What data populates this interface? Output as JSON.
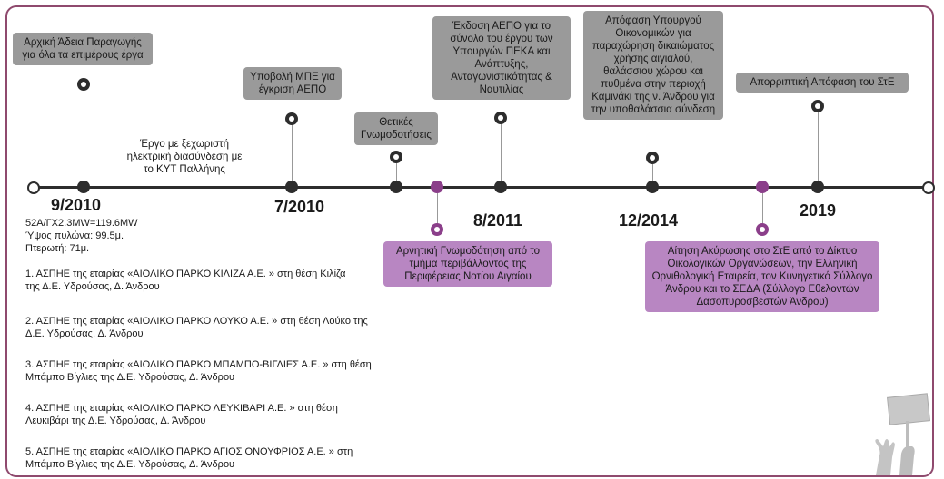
{
  "timeline": {
    "years": {
      "y2010a": "9/2010",
      "y2010b": "7/2010",
      "y2011": "8/2011",
      "y2014": "12/2014",
      "y2019": "2019"
    },
    "events": {
      "initial_permit": "Αρχική Άδεια Παραγωγής για όλα τα επιμέρους έργα",
      "separate_connection": "Έργο με ξεχωριστή ηλεκτρική διασύνδεση με το ΚΥΤ Παλλήνης",
      "mpe_submission": "Υποβολή ΜΠΕ για έγκριση ΑΕΠΟ",
      "positive_opinions": "Θετικές Γνωμοδοτήσεις",
      "aepo_issue": "Έκδοση ΑΕΠΟ για το σύνολο του έργου των Υπουργών ΠΕΚΑ και Ανάπτυξης, Ανταγωνιστικότητας & Ναυτιλίας",
      "ministry_decision": "Απόφαση Υπουργού Οικονομικών για παραχώρηση δικαιώματος χρήσης αιγιαλού, θαλάσσιου χώρου και πυθμένα στην περιοχή Καμινάκι της ν. Άνδρου για την υποθαλάσσια σύνδεση",
      "rejection_decision": "Απορριπτική Απόφαση του ΣτΕ",
      "negative_opinion": "Αρνητική Γνωμοδότηση από το τμήμα περιβάλλοντος της Περιφέρειας Νοτίου Αιγαίου",
      "annulment_request": "Αίτηση Ακύρωσης στο ΣτΕ από το Δίκτυο Οικολογικών Οργανώσεων, την Ελληνική Ορνιθολογική Εταιρεία, τον Κυνηγετικό Σύλλογο Άνδρου και το ΣΕΔΑ (Σύλλογο Εθελοντών Δασοπυροσβεστών Άνδρου)"
    }
  },
  "stats": {
    "capacity": "52Α/ΓΧ2.3MW=119.6MW",
    "tower_height": "Ύψος πυλώνα: 99.5μ.",
    "wing": "Πτερωτή: 71μ."
  },
  "projects": [
    {
      "line1": "1. ΑΣΠΗΕ της εταιρίας «ΑΙΟΛΙΚΟ ΠΑΡΚΟ ΚΙΛΙΖΑ Α.Ε. » στη θέση Κιλίζα",
      "line2": "της Δ.Ε. Υδρούσας, Δ. Άνδρου"
    },
    {
      "line1": "2. ΑΣΠΗΕ της εταιρίας «ΑΙΟΛΙΚΟ ΠΑΡΚΟ ΛΟΥΚΟ Α.Ε. » στη θέση Λούκο της",
      "line2": "Δ.Ε. Υδρούσας, Δ. Άνδρου"
    },
    {
      "line1": "3. ΑΣΠΗΕ της εταιρίας «ΑΙΟΛΙΚΟ ΠΑΡΚΟ ΜΠΑΜΠΟ-ΒΙΓΛΙΕΣ Α.Ε. » στη θέση",
      "line2": "Μπάμπο Βίγλιες της Δ.Ε. Υδρούσας, Δ. Άνδρου"
    },
    {
      "line1": "4. ΑΣΠΗΕ της εταιρίας «ΑΙΟΛΙΚΟ ΠΑΡΚΟ ΛΕΥΚΙΒΑΡΙ Α.Ε. » στη θέση",
      "line2": "Λευκιβάρι της Δ.Ε. Υδρούσας, Δ. Άνδρου"
    },
    {
      "line1": "5. ΑΣΠΗΕ της εταιρίας «ΑΙΟΛΙΚΟ ΠΑΡΚΟ ΑΓΙΟΣ ΟΝΟΥΦΡΙΟΣ Α.Ε. » στη",
      "line2": "Μπάμπο Βίγλιες της Δ.Ε. Υδρούσας, Δ. Άνδρου"
    }
  ],
  "colors": {
    "frame": "#8f4a6e",
    "axis": "#2d2d2d",
    "gray_box": "#9a9a9a",
    "purple_box": "#b886c2",
    "purple_node": "#8b3f8a"
  },
  "icons": {
    "protest": "protest-sign-icon"
  }
}
